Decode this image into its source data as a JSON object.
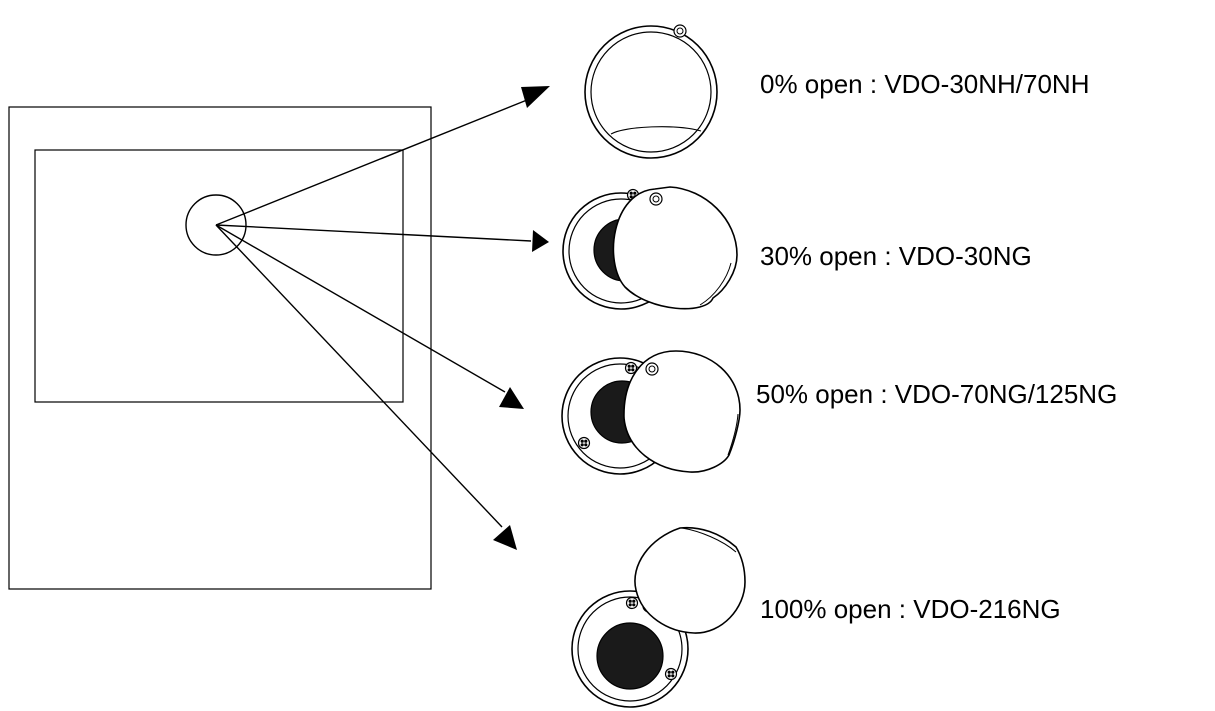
{
  "labels": {
    "open_0": "0% open : VDO-30NH/70NH",
    "open_30": "30% open : VDO-30NG",
    "open_50": "50% open : VDO-70NG/125NG",
    "open_100": "100% open : VDO-216NG"
  }
}
